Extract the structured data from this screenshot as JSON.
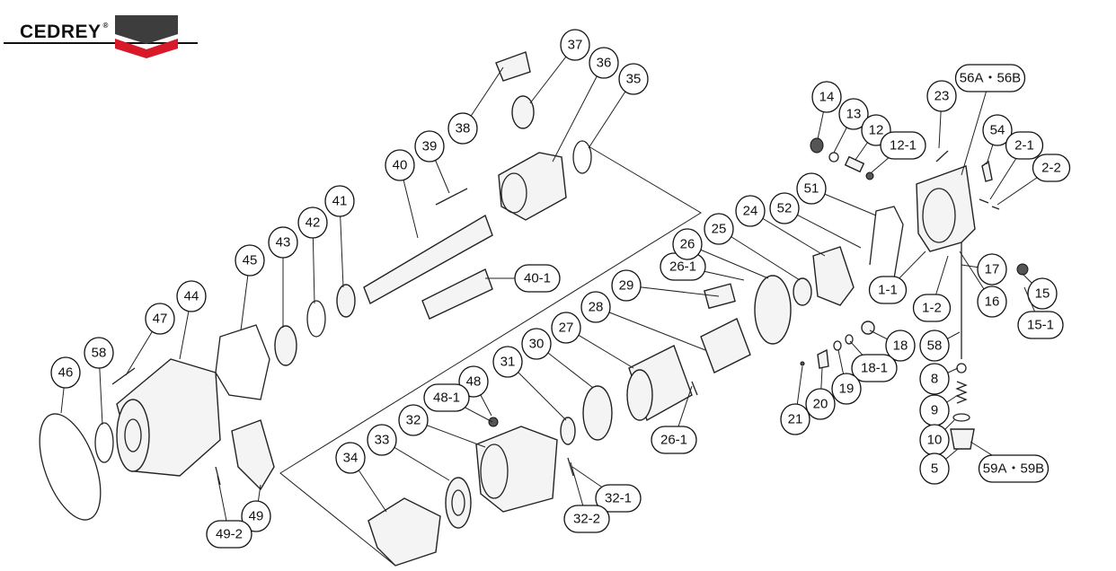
{
  "brand": {
    "name": "CEDREY",
    "registered": "®",
    "colors": {
      "dark": "#3d3d3d",
      "red": "#d7192a"
    }
  },
  "labels": [
    "37",
    "36",
    "35",
    "38",
    "39",
    "40",
    "41",
    "42",
    "43",
    "45",
    "44",
    "47",
    "58",
    "46",
    "40-1",
    "26-1",
    "26",
    "25",
    "24",
    "52",
    "51",
    "14",
    "13",
    "12",
    "12-1",
    "23",
    "56A・56B",
    "54",
    "2-1",
    "2-2",
    "29",
    "28",
    "27",
    "30",
    "31",
    "48",
    "48-1",
    "32",
    "33",
    "34",
    "26-1",
    "32-1",
    "32-2",
    "49",
    "49-2",
    "1-1",
    "1-2",
    "17",
    "16",
    "15",
    "15-1",
    "18",
    "18-1",
    "19",
    "20",
    "21",
    "58",
    "8",
    "9",
    "10",
    "5",
    "59A・59B"
  ]
}
